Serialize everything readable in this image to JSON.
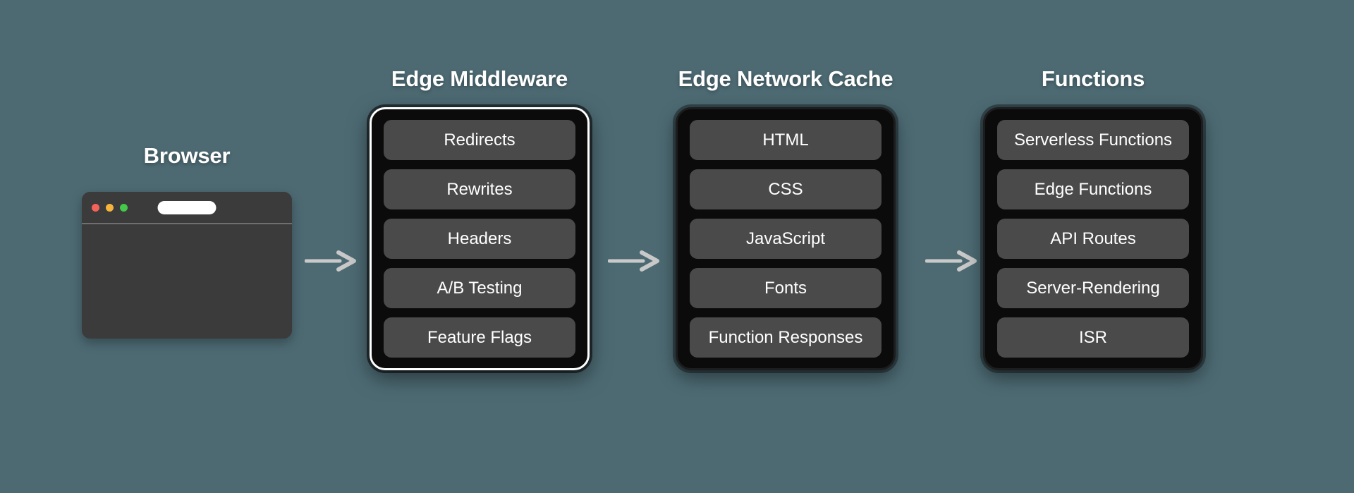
{
  "diagram": {
    "background_color": "#4d6a73",
    "card_color": "#0b0b0b",
    "pill_color": "#4a4a4a",
    "highlight_border_color": "#ffffff",
    "arrow_color": "#c9c9c9"
  },
  "browser": {
    "title": "Browser",
    "traffic_lights": [
      {
        "name": "close",
        "color": "#f4625a"
      },
      {
        "name": "minimize",
        "color": "#f5b43c"
      },
      {
        "name": "maximize",
        "color": "#45c94a"
      }
    ],
    "url_value": "",
    "url_placeholder": ""
  },
  "columns": [
    {
      "id": "edge-middleware",
      "title": "Edge Middleware",
      "highlighted": true,
      "items": [
        "Redirects",
        "Rewrites",
        "Headers",
        "A/B Testing",
        "Feature Flags"
      ]
    },
    {
      "id": "edge-network-cache",
      "title": "Edge Network Cache",
      "highlighted": false,
      "items": [
        "HTML",
        "CSS",
        "JavaScript",
        "Fonts",
        "Function Responses"
      ]
    },
    {
      "id": "functions",
      "title": "Functions",
      "highlighted": false,
      "items": [
        "Serverless Functions",
        "Edge Functions",
        "API Routes",
        "Server-Rendering",
        "ISR"
      ]
    }
  ],
  "arrows": [
    {
      "from": "Browser",
      "to": "Edge Middleware",
      "direction": "right"
    },
    {
      "from": "Edge Middleware",
      "to": "Edge Network Cache",
      "direction": "right"
    },
    {
      "from": "Edge Network Cache",
      "to": "Functions",
      "direction": "right"
    }
  ]
}
